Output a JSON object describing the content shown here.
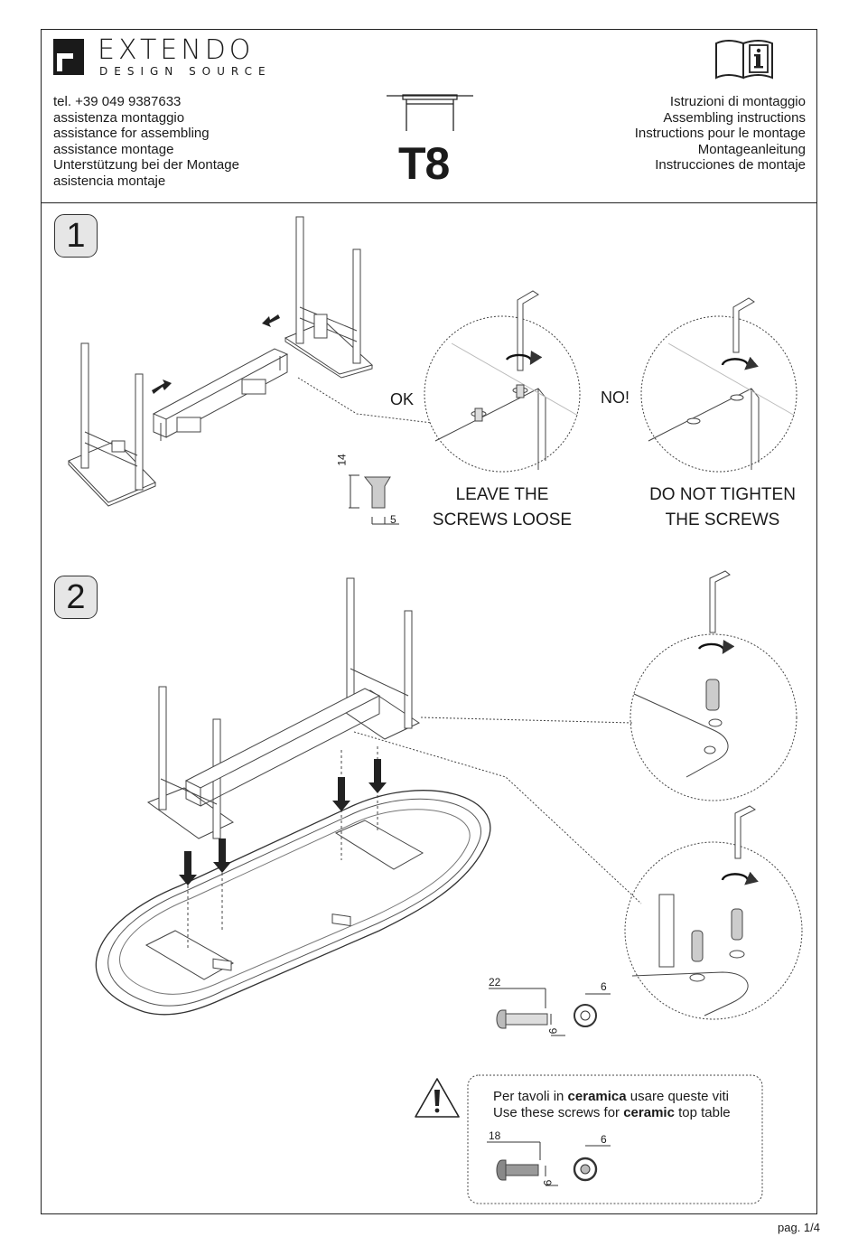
{
  "brand": {
    "name": "EXTENDO",
    "subtitle": "DESIGN SOURCE"
  },
  "contact": [
    "tel. +39 049 9387633",
    "assistenza montaggio",
    "assistance for assembling",
    "assistance montage",
    "Unterstützung bei der Montage",
    "asistencia montaje"
  ],
  "model": "T8",
  "instructions": [
    "Istruzioni di montaggio",
    "Assembling instructions",
    "Instructions pour le montage",
    "Montageanleitung",
    "Instrucciones de montaje"
  ],
  "step1": {
    "number": "1",
    "ok_label": "OK",
    "no_label": "NO!",
    "ok_caption": [
      "LEAVE THE",
      "SCREWS LOOSE"
    ],
    "no_caption": [
      "DO NOT TIGHTEN",
      "THE SCREWS"
    ],
    "screw_length": "14",
    "screw_diameter": "5"
  },
  "step2": {
    "number": "2",
    "screw_length": "22",
    "screw_diameter": "6",
    "washer_size": "6"
  },
  "ceramic_note": {
    "line1_prefix": "Per tavoli in ",
    "line1_bold": "ceramica",
    "line1_suffix": " usare queste viti",
    "line2_prefix": "Use these screws for ",
    "line2_bold": "ceramic",
    "line2_suffix": " top table",
    "screw_length": "18",
    "screw_diameter": "6",
    "washer_size": "6"
  },
  "page_label": "pag. 1/4",
  "icons": [
    "logo-mark-icon",
    "info-book-icon",
    "table-profile-icon",
    "warning-triangle-icon",
    "hex-key-icon",
    "rotate-arrow-icon",
    "down-arrow-icon"
  ]
}
